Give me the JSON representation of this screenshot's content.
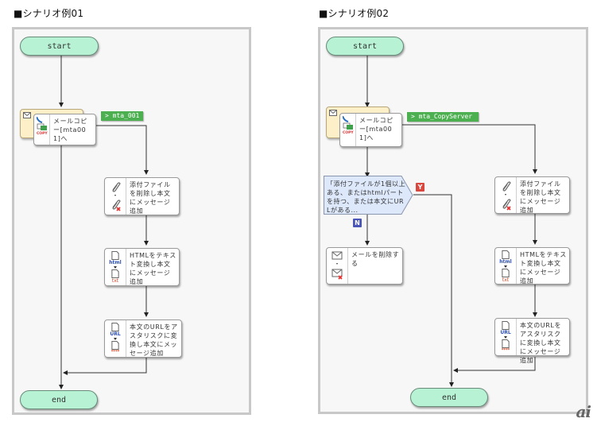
{
  "scenarios": [
    {
      "title": "■シナリオ例01",
      "start_label": "start",
      "end_label": "end",
      "copy_node": {
        "label": "メールコピー[mta001]へ",
        "icon": "mail-copy-icon",
        "icon_text": "COPY"
      },
      "branch_tag": "> mta_001",
      "steps": [
        {
          "label": "添付ファイルを削除し本文にメッセージ追加",
          "icon": "attachment-remove-icon"
        },
        {
          "label": "HTMLをテキスト変換し本文にメッセージ追加",
          "icon": "html-to-txt-icon",
          "icon_top": "html",
          "icon_bottom": "txt"
        },
        {
          "label": "本文のURLをアスタリスクに変換し本文にメッセージ追加",
          "icon": "url-mask-icon",
          "icon_top": "URL",
          "icon_bottom": "****"
        }
      ]
    },
    {
      "title": "■シナリオ例02",
      "start_label": "start",
      "end_label": "end",
      "copy_node": {
        "label": "メールコピー[mta001]へ",
        "icon": "mail-copy-icon",
        "icon_text": "COPY"
      },
      "branch_tag": "> mta_CopyServer",
      "decision": {
        "label": "「添付ファイルが1個以上ある、またはhtmlパートを持つ、または本文にURLがある...",
        "yes": "Y",
        "no": "N"
      },
      "no_step": {
        "label": "メールを削除する",
        "icon": "mail-delete-icon"
      },
      "steps": [
        {
          "label": "添付ファイルを削除し本文にメッセージ追加",
          "icon": "attachment-remove-icon"
        },
        {
          "label": "HTMLをテキスト変換し本文にメッセージ追加",
          "icon": "html-to-txt-icon",
          "icon_top": "html",
          "icon_bottom": "txt"
        },
        {
          "label": "本文のURLをアスタリスクに変換し本文にメッセージ追加",
          "icon": "url-mask-icon",
          "icon_top": "URL",
          "icon_bottom": "****"
        }
      ]
    }
  ],
  "watermark": "ai",
  "colors": {
    "terminal": "#b6f2d3",
    "tag": "#4caf50",
    "decision": "#dde8fb",
    "yes_badge": "#d9473f",
    "no_badge": "#4a55b8",
    "back_card": "#fdf0c8"
  }
}
